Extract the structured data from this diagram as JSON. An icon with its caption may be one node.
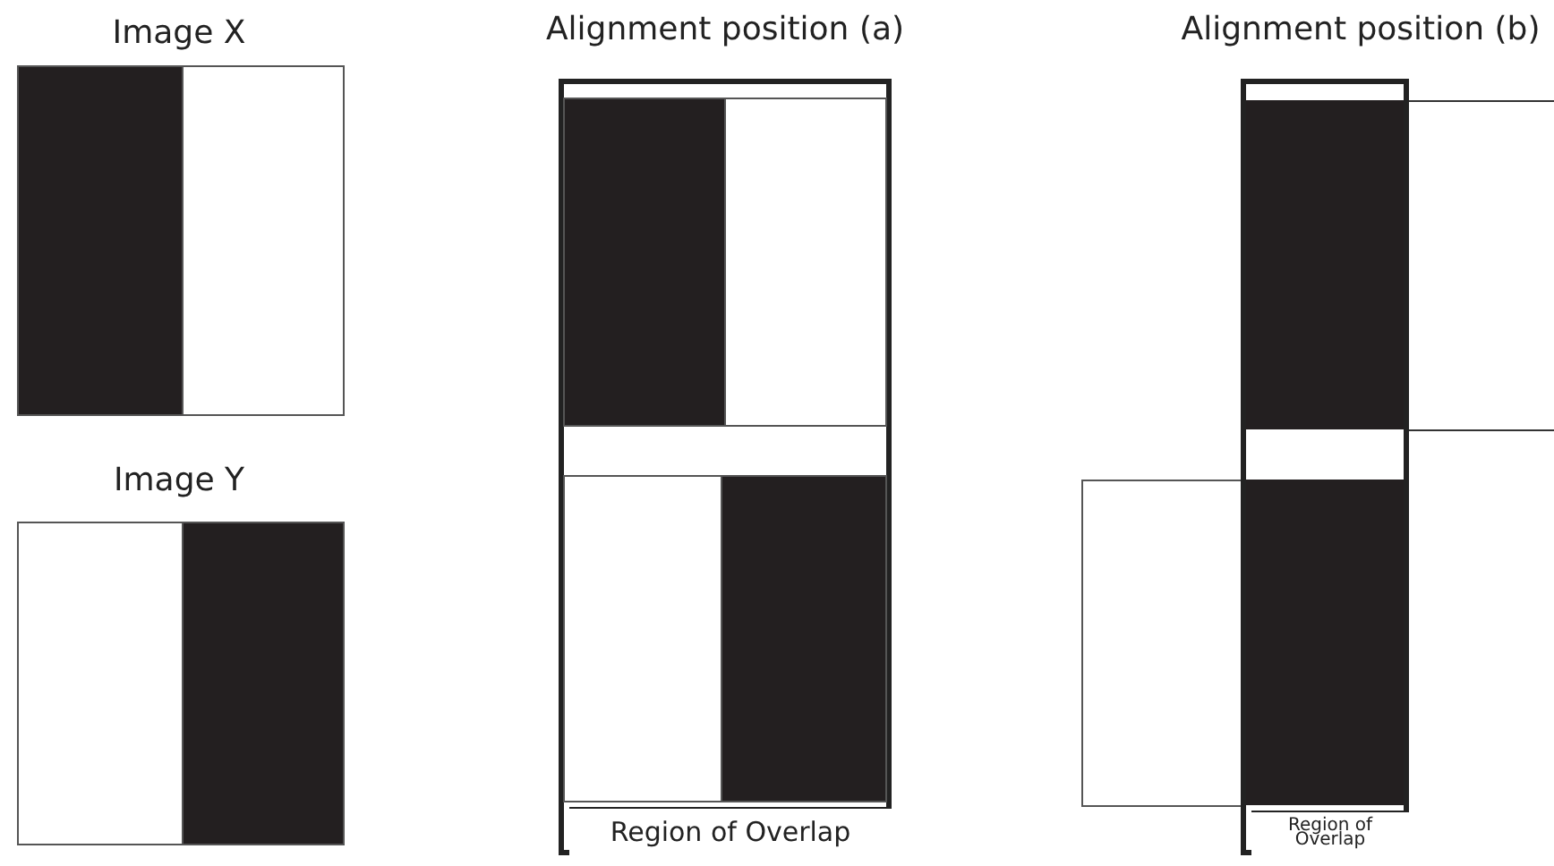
{
  "diagram": {
    "nodes": [
      {
        "text": [
          "Image X"
        ]
      },
      {
        "text": [
          "Image Y"
        ]
      },
      {
        "text": [
          "Alignment position (a)"
        ]
      },
      {
        "text": [
          "Region of Overlap"
        ],
        "in": 2
      },
      {
        "text": [
          "Alignment position (b)"
        ]
      },
      {
        "text": [
          "Region of Overlap"
        ],
        "in": 4
      }
    ]
  }
}
